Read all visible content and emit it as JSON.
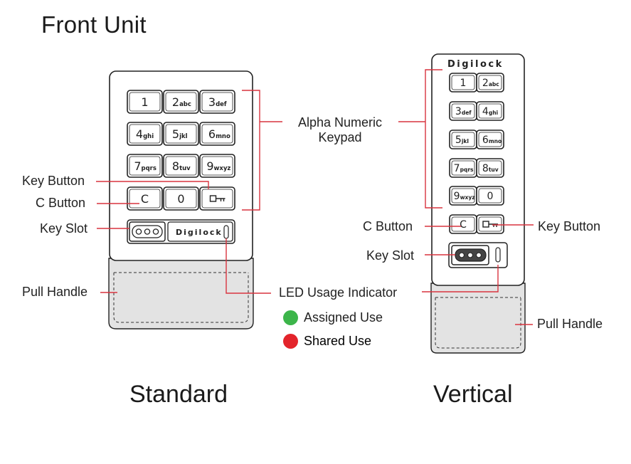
{
  "heading": "Front Unit",
  "standard": {
    "caption": "Standard",
    "brand": "Digilock",
    "keypad": [
      [
        {
          "num": "1",
          "letters": ""
        },
        {
          "num": "2",
          "letters": "abc"
        },
        {
          "num": "3",
          "letters": "def"
        }
      ],
      [
        {
          "num": "4",
          "letters": "ghi"
        },
        {
          "num": "5",
          "letters": "jkl"
        },
        {
          "num": "6",
          "letters": "mno"
        }
      ],
      [
        {
          "num": "7",
          "letters": "pqrs"
        },
        {
          "num": "8",
          "letters": "tuv"
        },
        {
          "num": "9",
          "letters": "wxyz"
        }
      ],
      [
        {
          "num": "C",
          "letters": ""
        },
        {
          "num": "0",
          "letters": ""
        },
        {
          "num": "key",
          "letters": ""
        }
      ]
    ]
  },
  "vertical": {
    "caption": "Vertical",
    "brand": "Digilock",
    "keypad": [
      [
        {
          "num": "1",
          "letters": ""
        },
        {
          "num": "2",
          "letters": "abc"
        }
      ],
      [
        {
          "num": "3",
          "letters": "def"
        },
        {
          "num": "4",
          "letters": "ghi"
        }
      ],
      [
        {
          "num": "5",
          "letters": "jkl"
        },
        {
          "num": "6",
          "letters": "mno"
        }
      ],
      [
        {
          "num": "7",
          "letters": "pqrs"
        },
        {
          "num": "8",
          "letters": "tuv"
        }
      ],
      [
        {
          "num": "9",
          "letters": "wxyz"
        },
        {
          "num": "0",
          "letters": ""
        }
      ],
      [
        {
          "num": "C",
          "letters": ""
        },
        {
          "num": "key",
          "letters": ""
        }
      ]
    ]
  },
  "labels": {
    "keypad_line1": "Alpha Numeric",
    "keypad_line2": "Keypad",
    "key_button": "Key Button",
    "c_button": "C Button",
    "key_slot": "Key Slot",
    "pull_handle": "Pull Handle",
    "led": "LED Usage Indicator",
    "v_c_button": "C Button",
    "v_key_button": "Key Button",
    "v_key_slot": "Key Slot",
    "v_pull_handle": "Pull Handle"
  },
  "legend": [
    {
      "label": "Assigned Use",
      "color": "#3cb54a"
    },
    {
      "label": "Shared Use",
      "color": "#e3242b"
    }
  ],
  "colors": {
    "leader": "#d9343f",
    "outline": "#222222",
    "handle_fill": "#e3e3e3"
  }
}
